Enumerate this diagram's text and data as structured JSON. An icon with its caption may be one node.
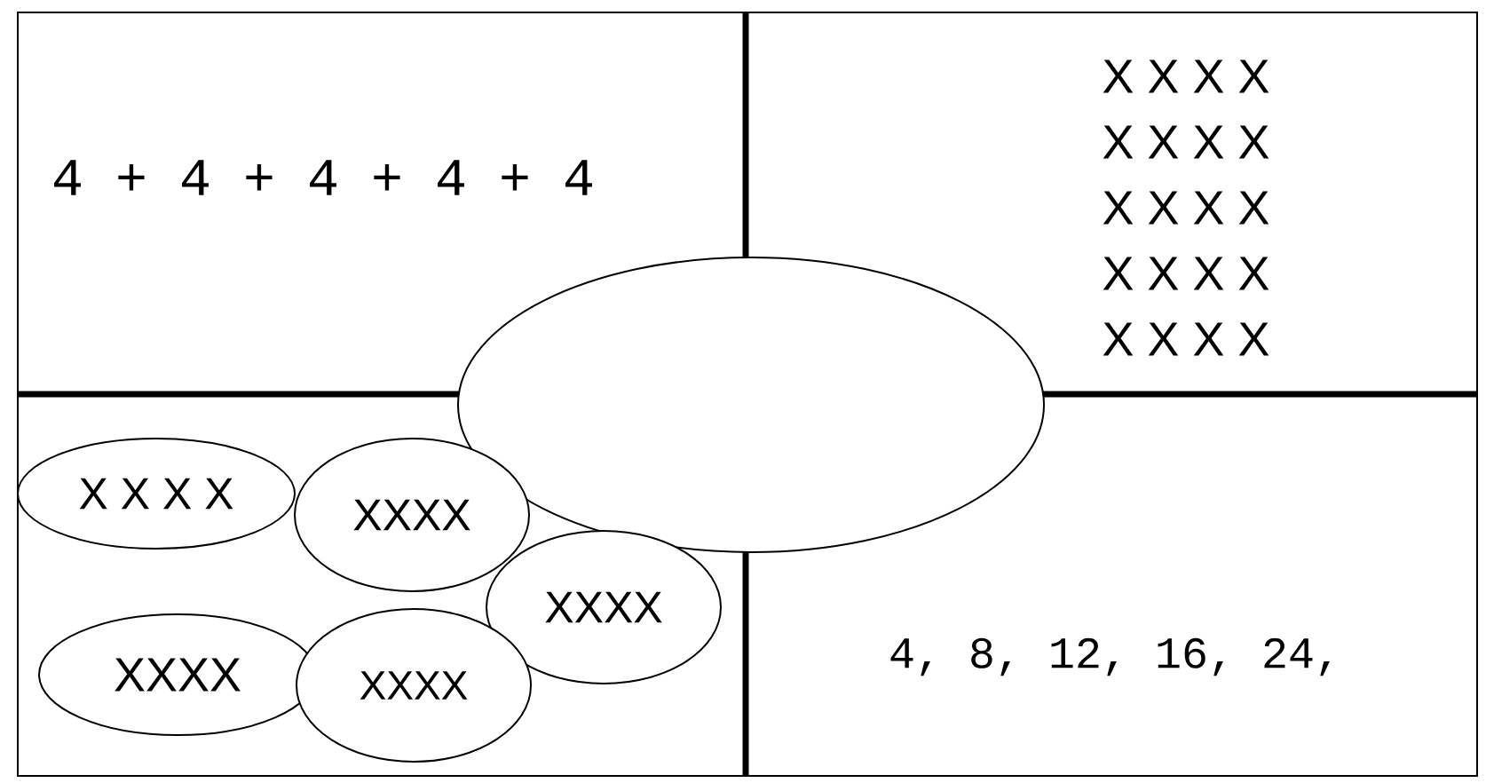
{
  "diagram": {
    "nodes": [
      {
        "text": [
          "4 + 4 + 4 + 4 + 4"
        ]
      },
      {
        "text": [
          "X X X X",
          "X X X X",
          "X X X X",
          "X X X X",
          "X X X X"
        ]
      },
      {
        "text": [],
        "shape": "ellipse"
      },
      {
        "text": [],
        "shape": "box"
      },
      {
        "text": [
          "X X X X"
        ],
        "in": 3
      },
      {
        "text": [
          "XXXX"
        ],
        "in": 3
      },
      {
        "text": [
          "XXXX"
        ],
        "in": 3
      },
      {
        "text": [
          "XXXX"
        ],
        "in": 3
      },
      {
        "text": [
          "XXXX"
        ],
        "in": 3
      },
      {
        "text": [
          "4, 8, 12, 16, 24,"
        ]
      }
    ]
  }
}
